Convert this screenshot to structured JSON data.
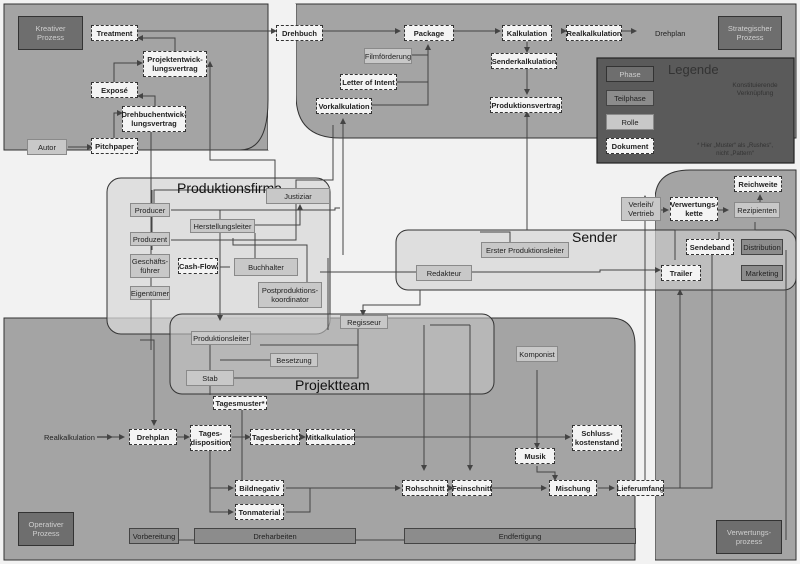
{
  "regions": {
    "kreativ": "Kreativer\nProzess",
    "strategisch": "Strategischer\nProzess",
    "operativ": "Operativer\nProzess",
    "verwertung": "Verwertungs-\nprozess"
  },
  "groups": {
    "produktionsfirma": "Produktionsfirma",
    "sender": "Sender",
    "projektteam": "Projektteam"
  },
  "legend": {
    "title": "Legende",
    "phase": "Phase",
    "teilphase": "Teilphase",
    "rolle": "Rolle",
    "dokument": "Dokument",
    "connection": "Konstituierende\nVerknüpfung",
    "footnote": "* Hier „Muster“ als „Rushes“,\nnicht „Pattern“"
  },
  "documents": {
    "treatment": "Treatment",
    "projektvertrag": "Projektentwick-\nlungsvertrag",
    "expose": "Exposé",
    "drehbuchvertrag": "Drehbuchentwick-\nlungsvertrag",
    "pitchpaper": "Pitchpaper",
    "drehbuch": "Drehbuch",
    "package": "Package",
    "letter": "Letter of Intent",
    "vorkalkulation": "Vorkalkulation",
    "kalkulation": "Kalkulation",
    "realkalkulation": "Realkalkulation",
    "senderkalkulation": "Senderkalkulation",
    "produktionsvertrag": "Produktionsvertrag",
    "cashflow": "Cash-Flow",
    "verwertungskette": "Verwertungs-\nkette",
    "reichweite": "Reichweite",
    "sendeband": "Sendeband",
    "trailer": "Trailer",
    "tagesmuster": "Tagesmuster*",
    "drehplan": "Drehplan",
    "tagesdisposition": "Tages-\ndisposition",
    "tagesbericht": "Tagesbericht",
    "mitkalkulation": "Mitkalkulation",
    "schlusskosten": "Schluss-\nkostenstand",
    "musik": "Musik",
    "bildnegativ": "Bildnegativ",
    "tonmaterial": "Tonmaterial",
    "rohschnitt": "Rohschnitt",
    "feinschnitt": "Feinschnitt",
    "mischung": "Mischung",
    "lieferumfang": "Lieferumfang"
  },
  "roles": {
    "autor": "Autor",
    "filmfoerderung": "Filmförderung",
    "producer": "Producer",
    "produzent": "Produzent",
    "geschaeftsfuehrer": "Geschäfts-\nführer",
    "eigentuemer": "Eigentümer",
    "herstellungsleiter": "Herstellungsleiter",
    "justiziar": "Justiziar",
    "buchhalter": "Buchhalter",
    "postkoordinator": "Postproduktions-\nkoordinator",
    "erster_pl": "Erster Produktionsleiter",
    "redakteur": "Redakteur",
    "verleih": "Verleih/\nVertrieb",
    "rezipienten": "Rezipienten",
    "regisseur": "Regisseur",
    "produktionsleiter": "Produktionsleiter",
    "besetzung": "Besetzung",
    "stab": "Stab",
    "komponist": "Komponist"
  },
  "subphases": {
    "distribution": "Distribution",
    "marketing": "Marketing",
    "vorbereitung": "Vorbereitung",
    "dreharbeiten": "Dreharbeiten",
    "endfertigung": "Endfertigung"
  },
  "labels": {
    "drehplan_out": "Drehplan",
    "realkalkulation_in": "Realkalkulation"
  }
}
